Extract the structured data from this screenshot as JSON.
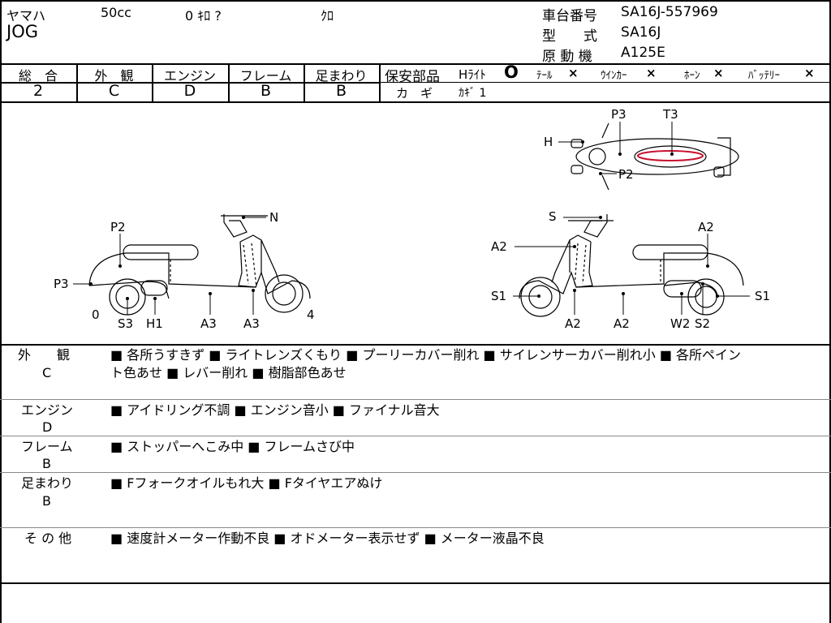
{
  "header": {
    "maker": "ヤマハ",
    "cc": "50cc",
    "mileage": "0 ｷﾛ ?",
    "color": "ｸﾛ",
    "model_name": "JOG",
    "frame_no_label": "車台番号",
    "frame_no": "SA16J-557969",
    "type_label": "型　　式",
    "type": "SA16J",
    "engine_label": "原 動 機",
    "engine": "A125E"
  },
  "grades": {
    "overall_label": "総　合",
    "overall": "2",
    "exterior_label": "外　観",
    "exterior": "C",
    "engine_label": "エンジン",
    "engine": "D",
    "frame_label": "フレーム",
    "frame": "B",
    "suspension_label": "足まわり",
    "suspension": "B"
  },
  "safety": {
    "label": "保安部品",
    "headlight_label": "Hﾗｲﾄ",
    "headlight_mark": "O",
    "tail_label": "ﾃｰﾙ",
    "tail_mark": "×",
    "winker_label": "ｳｲﾝｶｰ",
    "winker_mark": "×",
    "horn_label": "ﾎｰﾝ",
    "horn_mark": "×",
    "battery_label": "ﾊﾞｯﾃﾘｰ",
    "battery_mark": "×",
    "key_label": "カ　ギ",
    "key_value": "ｶｷﾞ 1"
  },
  "diagram": {
    "left": {
      "n": "N",
      "p2": "P2",
      "p3": "P3",
      "zero": "0",
      "s3": "S3",
      "h1": "H1",
      "a3a": "A3",
      "a3b": "A3",
      "four": "4"
    },
    "right": {
      "s": "S",
      "a2top": "A2",
      "a2left": "A2",
      "s1left": "S1",
      "s1right": "S1",
      "a2b1": "A2",
      "a2b2": "A2",
      "w2": "W2",
      "s2": "S2"
    },
    "top": {
      "p3": "P3",
      "t3": "T3",
      "h": "H",
      "p2": "P2"
    },
    "colors": {
      "damage_mark": "#c8102e"
    }
  },
  "notes": [
    {
      "label": "外　　観",
      "grade": "C",
      "text": "■ 各所うすきず ■ ライトレンズくもり ■ プーリーカバー削れ ■ サイレンサーカバー削れ小 ■ 各所ペイン",
      "text2": "ト色あせ ■ レバー削れ ■ 樹脂部色あせ"
    },
    {
      "label": "エンジン",
      "grade": "D",
      "text": "■ アイドリング不調 ■ エンジン音小 ■ ファイナル音大"
    },
    {
      "label": "フレーム",
      "grade": "B",
      "text": "■ ストッパーへこみ中 ■ フレームさび中"
    },
    {
      "label": "足まわり",
      "grade": "B",
      "text": "■ Fフォークオイルもれ大 ■ Fタイヤエアぬけ"
    },
    {
      "label": "そ の 他",
      "text": "■ 速度計メーター作動不良 ■ オドメーター表示せず ■ メーター液晶不良"
    }
  ]
}
